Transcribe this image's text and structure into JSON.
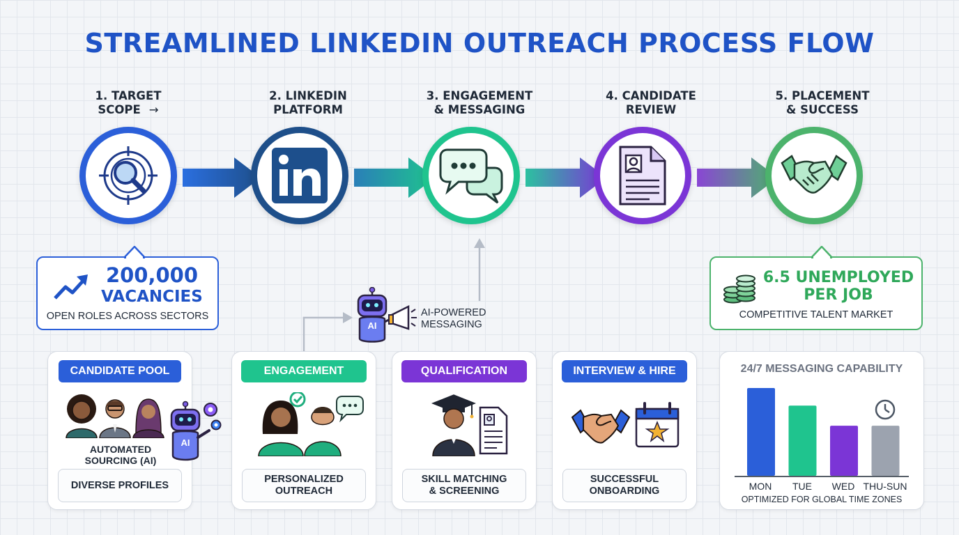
{
  "title": "STREAMLINED LINKEDIN OUTREACH PROCESS FLOW",
  "steps": [
    {
      "line1": "1. TARGET",
      "line2": "SCOPE",
      "arrow": "→",
      "icon": "target-magnifier-icon",
      "color": "#2b5fd9"
    },
    {
      "line1": "2. LINKEDIN",
      "line2": "PLATFORM",
      "icon": "linkedin-icon",
      "color": "#1e4f8a"
    },
    {
      "line1": "3. ENGAGEMENT",
      "line2": "& MESSAGING",
      "icon": "chat-bubbles-icon",
      "color": "#1fc48e"
    },
    {
      "line1": "4. CANDIDATE",
      "line2": "REVIEW",
      "icon": "resume-document-icon",
      "color": "#7b35d6"
    },
    {
      "line1": "5. PLACEMENT",
      "line2": "& SUCCESS",
      "icon": "handshake-icon",
      "color": "#4cb36c"
    }
  ],
  "vacancies": {
    "number": "200,000",
    "word": "VACANCIES",
    "caption": "OPEN ROLES ACROSS SECTORS"
  },
  "unemployed": {
    "line1": "6.5 UNEMPLOYED",
    "line2": "PER JOB",
    "caption": "COMPETITIVE TALENT MARKET"
  },
  "ai_messaging": {
    "badge": "AI",
    "line1": "AI-POWERED",
    "line2": "MESSAGING"
  },
  "cards": [
    {
      "pill": "CANDIDATE POOL",
      "pill_color": "#2b5fd9",
      "text_line1": "AUTOMATED",
      "text_line2": "SOURCING (AI)",
      "ai_badge": "AI",
      "box": "DIVERSE PROFILES"
    },
    {
      "pill": "ENGAGEMENT",
      "pill_color": "#1fc48e",
      "box_line1": "PERSONALIZED",
      "box_line2": "OUTREACH"
    },
    {
      "pill": "QUALIFICATION",
      "pill_color": "#7b35d6",
      "box_line1": "SKILL MATCHING",
      "box_line2": "& SCREENING"
    },
    {
      "pill": "INTERVIEW & HIRE",
      "pill_color": "#2b5fd9",
      "box_line1": "SUCCESSFUL",
      "box_line2": "ONBOARDING"
    }
  ],
  "chart_data": {
    "type": "bar",
    "title": "24/7 MESSAGING CAPABILITY",
    "categories": [
      "MON",
      "TUE",
      "WED",
      "THU-SUN"
    ],
    "values": [
      100,
      80,
      57,
      57
    ],
    "colors": [
      "#2b5fd9",
      "#1fc48e",
      "#7b35d6",
      "#9ca3af"
    ],
    "caption": "OPTIMIZED FOR GLOBAL TIME ZONES",
    "annotation_icon": "clock-icon"
  }
}
